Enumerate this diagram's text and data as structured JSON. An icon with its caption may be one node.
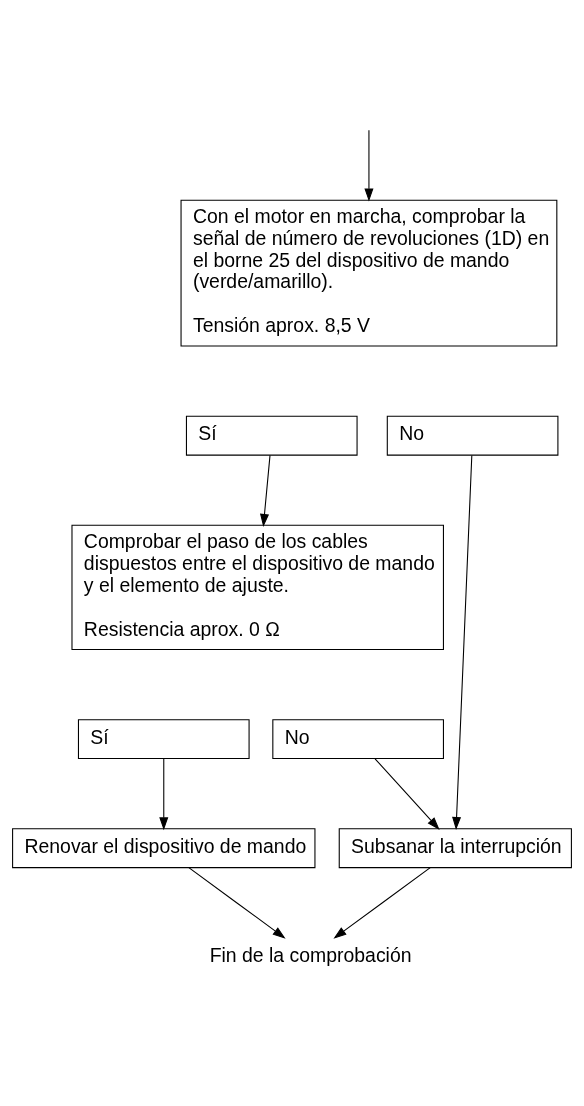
{
  "diagram": {
    "nodes": [
      {
        "text": [
          "Con el motor en marcha, comprobar la señal de número de revoluciones (1D) en el borne 25 del dispositivo de mando (verde/amarillo).",
          "Tensión aprox. 8,5 V"
        ]
      },
      {
        "text": [
          "Sí"
        ]
      },
      {
        "text": [
          "No"
        ]
      },
      {
        "text": [
          "Comprobar el paso de los cables dispuestos entre el dispositivo de mando y el elemento de ajuste.",
          "Resistencia aprox. 0 Ω"
        ]
      },
      {
        "text": [
          "Sí"
        ]
      },
      {
        "text": [
          "No"
        ]
      },
      {
        "text": [
          "Renovar el dispositivo de mando"
        ]
      },
      {
        "text": [
          "Subsanar la interrupción"
        ]
      },
      {
        "text": [
          "Fin de la comprobación"
        ]
      }
    ],
    "edges": [
      {
        "from": null,
        "to": 0,
        "arrow": "to"
      },
      {
        "from": 1,
        "to": 3,
        "arrow": "to"
      },
      {
        "from": 4,
        "to": 6,
        "arrow": "to"
      },
      {
        "from": 5,
        "to": 7,
        "arrow": "to"
      },
      {
        "from": 2,
        "to": 7,
        "arrow": "to"
      },
      {
        "from": 6,
        "to": 8,
        "arrow": "to"
      },
      {
        "from": 7,
        "to": 8,
        "arrow": "to"
      }
    ]
  }
}
